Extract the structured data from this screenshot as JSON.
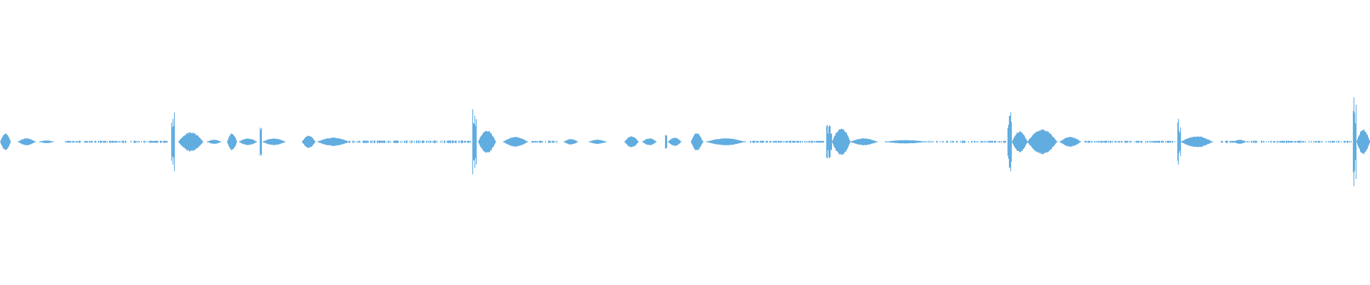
{
  "chart_data": {
    "type": "area",
    "kind": "audio-waveform",
    "title": "",
    "xlabel": "",
    "ylabel": "",
    "axes_visible": false,
    "grid": false,
    "ylim": [
      -1,
      1
    ],
    "xlim": [
      0,
      1920
    ],
    "color": "#62ade0",
    "background": "#ffffff",
    "events": [
      {
        "start": 0,
        "end": 15,
        "amp": 0.06,
        "shape": "blob"
      },
      {
        "start": 25,
        "end": 50,
        "amp": 0.025,
        "shape": "blob"
      },
      {
        "start": 55,
        "end": 75,
        "amp": 0.01,
        "shape": "blob"
      },
      {
        "start": 90,
        "end": 235,
        "amp": 0.008,
        "shape": "noise"
      },
      {
        "start": 240,
        "end": 245,
        "amp": 0.22,
        "shape": "spike"
      },
      {
        "start": 250,
        "end": 285,
        "amp": 0.07,
        "shape": "blob"
      },
      {
        "start": 290,
        "end": 310,
        "amp": 0.015,
        "shape": "blob"
      },
      {
        "start": 318,
        "end": 332,
        "amp": 0.06,
        "shape": "blob"
      },
      {
        "start": 335,
        "end": 360,
        "amp": 0.025,
        "shape": "blob"
      },
      {
        "start": 364,
        "end": 367,
        "amp": 0.1,
        "shape": "spike"
      },
      {
        "start": 368,
        "end": 400,
        "amp": 0.025,
        "shape": "blob"
      },
      {
        "start": 423,
        "end": 442,
        "amp": 0.045,
        "shape": "blob"
      },
      {
        "start": 445,
        "end": 490,
        "amp": 0.03,
        "shape": "blob"
      },
      {
        "start": 490,
        "end": 660,
        "amp": 0.01,
        "shape": "noise"
      },
      {
        "start": 662,
        "end": 668,
        "amp": 0.3,
        "shape": "spike"
      },
      {
        "start": 670,
        "end": 695,
        "amp": 0.085,
        "shape": "blob"
      },
      {
        "start": 705,
        "end": 740,
        "amp": 0.035,
        "shape": "blob"
      },
      {
        "start": 745,
        "end": 785,
        "amp": 0.008,
        "shape": "noise"
      },
      {
        "start": 790,
        "end": 810,
        "amp": 0.02,
        "shape": "blob"
      },
      {
        "start": 825,
        "end": 850,
        "amp": 0.015,
        "shape": "blob"
      },
      {
        "start": 875,
        "end": 895,
        "amp": 0.04,
        "shape": "blob"
      },
      {
        "start": 900,
        "end": 920,
        "amp": 0.025,
        "shape": "blob"
      },
      {
        "start": 932,
        "end": 935,
        "amp": 0.06,
        "shape": "spike"
      },
      {
        "start": 936,
        "end": 955,
        "amp": 0.03,
        "shape": "blob"
      },
      {
        "start": 968,
        "end": 985,
        "amp": 0.065,
        "shape": "blob"
      },
      {
        "start": 990,
        "end": 1045,
        "amp": 0.025,
        "shape": "blob"
      },
      {
        "start": 1050,
        "end": 1155,
        "amp": 0.008,
        "shape": "noise"
      },
      {
        "start": 1158,
        "end": 1166,
        "amp": 0.12,
        "shape": "spike"
      },
      {
        "start": 1166,
        "end": 1192,
        "amp": 0.1,
        "shape": "blob"
      },
      {
        "start": 1192,
        "end": 1230,
        "amp": 0.025,
        "shape": "blob"
      },
      {
        "start": 1240,
        "end": 1300,
        "amp": 0.012,
        "shape": "blob"
      },
      {
        "start": 1300,
        "end": 1410,
        "amp": 0.008,
        "shape": "noise"
      },
      {
        "start": 1412,
        "end": 1418,
        "amp": 0.24,
        "shape": "spike"
      },
      {
        "start": 1418,
        "end": 1440,
        "amp": 0.075,
        "shape": "blob"
      },
      {
        "start": 1440,
        "end": 1482,
        "amp": 0.09,
        "shape": "blob"
      },
      {
        "start": 1485,
        "end": 1515,
        "amp": 0.035,
        "shape": "blob"
      },
      {
        "start": 1520,
        "end": 1648,
        "amp": 0.008,
        "shape": "noise"
      },
      {
        "start": 1650,
        "end": 1655,
        "amp": 0.17,
        "shape": "spike"
      },
      {
        "start": 1655,
        "end": 1700,
        "amp": 0.04,
        "shape": "blob"
      },
      {
        "start": 1710,
        "end": 1895,
        "amp": 0.008,
        "shape": "noise"
      },
      {
        "start": 1728,
        "end": 1746,
        "amp": 0.015,
        "shape": "blob"
      },
      {
        "start": 1896,
        "end": 1901,
        "amp": 0.35,
        "shape": "spike"
      },
      {
        "start": 1901,
        "end": 1920,
        "amp": 0.09,
        "shape": "blob"
      }
    ]
  }
}
